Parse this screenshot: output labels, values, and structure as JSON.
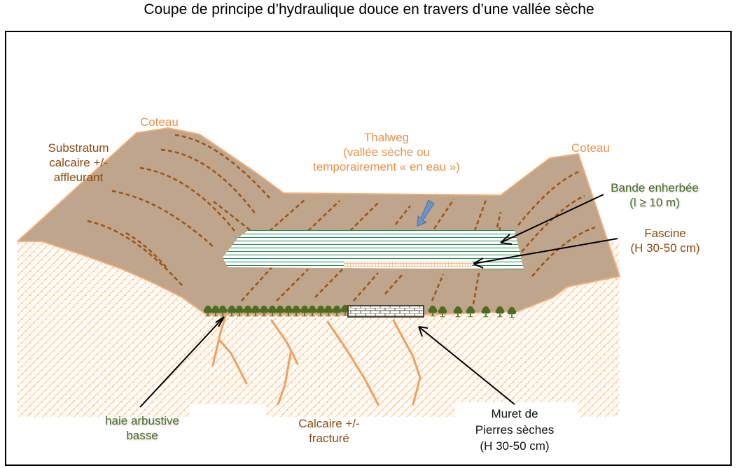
{
  "title": "Coupe de principe d’hydraulique douce en travers d’une vallée sèche",
  "labels": {
    "coteau_left": "Coteau",
    "coteau_right": "Coteau",
    "substratum": [
      "Substratum",
      "calcaire +/-",
      "affleurant"
    ],
    "thalweg": [
      "Thalweg",
      "(vallée sèche ou",
      "temporairement « en eau »)"
    ],
    "bande_enherbee": [
      "Bande enherbée",
      "(l ≥ 10 m)"
    ],
    "fascine": [
      "Fascine",
      "(H 30-50 cm)"
    ],
    "haie": [
      "haie arbustive",
      "basse"
    ],
    "calcaire": [
      "Calcaire +/-",
      "fracturé"
    ],
    "muret": [
      "Muret de",
      "Pierres sèches",
      "(H 30-50 cm)"
    ]
  },
  "colors": {
    "soil": "#bfa58c",
    "soil_edge": "#f0b07a",
    "hatch": "#e9a05a",
    "dash": "#9a5418",
    "grass_line": "#2e8b57",
    "tree": "#4e6b22",
    "wall": "#4a4535",
    "water_arrow": "#6f93c6",
    "orange_text": "#e9914a",
    "brown_text": "#8a4a10",
    "green_text": "#4e6b2e"
  }
}
